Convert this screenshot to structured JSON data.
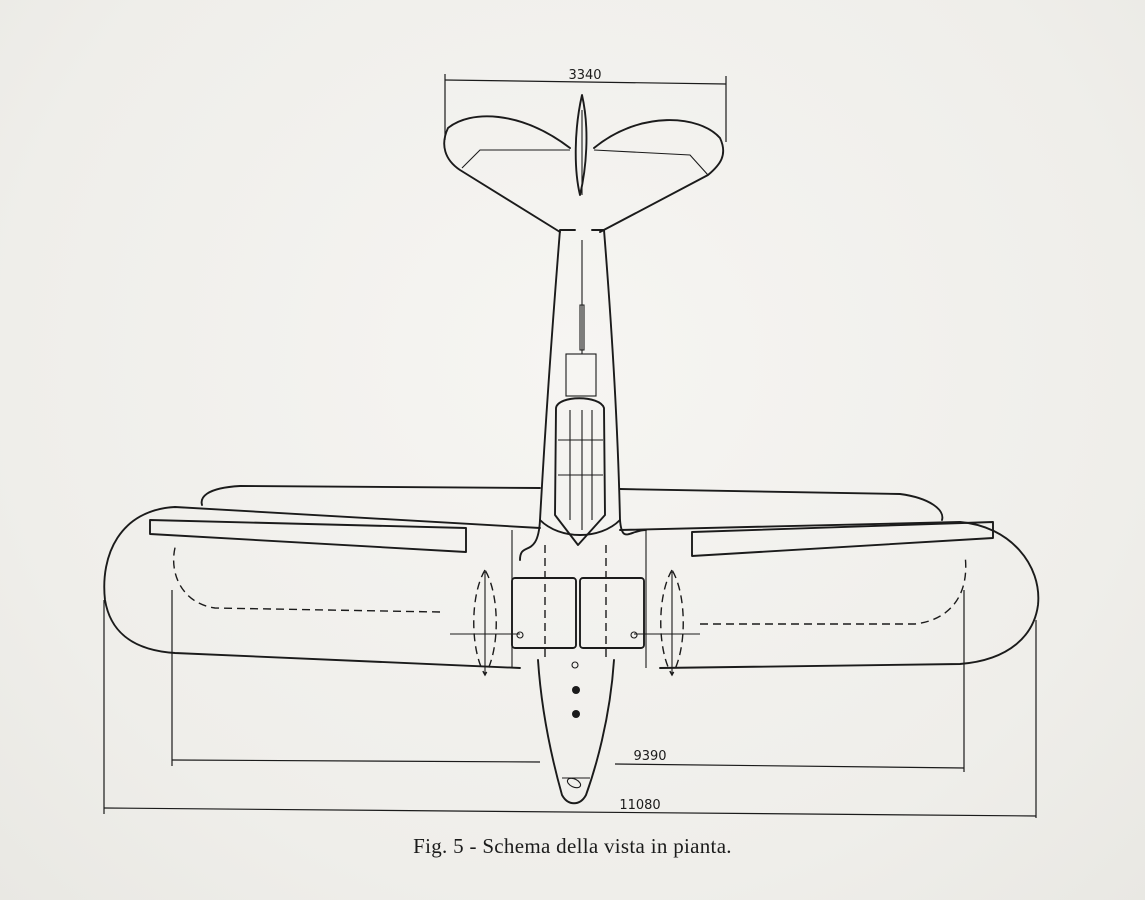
{
  "dimensions": {
    "tail_span": "3340",
    "inner_span": "9390",
    "wingspan": "11080"
  },
  "caption": "Fig. 5 - Schema della vista in pianta."
}
